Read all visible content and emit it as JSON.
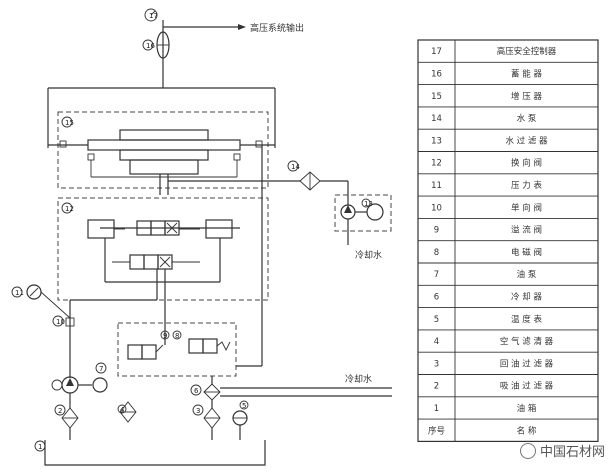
{
  "labels": {
    "top_outlet": "高压系统输出",
    "water_in": "冷却水",
    "cooling_in": "冷却水"
  },
  "callouts": [
    "17",
    "16",
    "15",
    "14",
    "13",
    "12",
    "11",
    "10",
    "9",
    "8",
    "7",
    "6",
    "5",
    "4",
    "3",
    "2",
    "1"
  ],
  "parts_table": {
    "rows": [
      {
        "no": "17",
        "name": "高压安全控制器"
      },
      {
        "no": "16",
        "name": "蓄 能 器"
      },
      {
        "no": "15",
        "name": "增 压 器"
      },
      {
        "no": "14",
        "name": "水 泵"
      },
      {
        "no": "13",
        "name": "水 过 滤 器"
      },
      {
        "no": "12",
        "name": "换 向 阀"
      },
      {
        "no": "11",
        "name": "压 力 表"
      },
      {
        "no": "10",
        "name": "单 向 阀"
      },
      {
        "no": "9",
        "name": "溢 流 阀"
      },
      {
        "no": "8",
        "name": "电 磁 阀"
      },
      {
        "no": "7",
        "name": "油 泵"
      },
      {
        "no": "6",
        "name": "冷 却 器"
      },
      {
        "no": "5",
        "name": "温 度 表"
      },
      {
        "no": "4",
        "name": "空 气 滤 清 器"
      },
      {
        "no": "3",
        "name": "回 油 过 滤 器"
      },
      {
        "no": "2",
        "name": "吸 油 过 滤 器"
      },
      {
        "no": "1",
        "name": "油 箱"
      },
      {
        "no": "序号",
        "name": "名 称"
      }
    ]
  },
  "watermark": "中国石材网"
}
